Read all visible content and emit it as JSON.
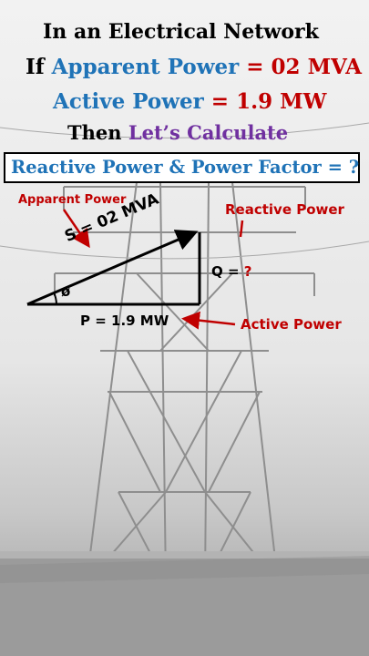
{
  "header": {
    "line1": "In an Electrical Network",
    "line2_prefix": "If ",
    "line2_highlight": "Apparent Power",
    "line2_value": " = 02 MVA",
    "line3_highlight": "Active Power",
    "line3_value": " = 1.9 MW",
    "line4_prefix": "Then ",
    "line4_highlight": "Let’s Calculate",
    "question": "Reactive Power & Power Factor = ?"
  },
  "diagram": {
    "apparent_label": "Apparent Power",
    "reactive_label": "Reactive Power",
    "active_label": "Active Power",
    "hypotenuse_label": "S = 02 MVA",
    "vertical_label_prefix": "Q = ",
    "vertical_label_value": "?",
    "base_label": "P = 1.9 MW",
    "angle_symbol": "ø"
  },
  "colors": {
    "blue": "#1f73b7",
    "red": "#c00000",
    "purple": "#7030a0",
    "black": "#000000"
  }
}
